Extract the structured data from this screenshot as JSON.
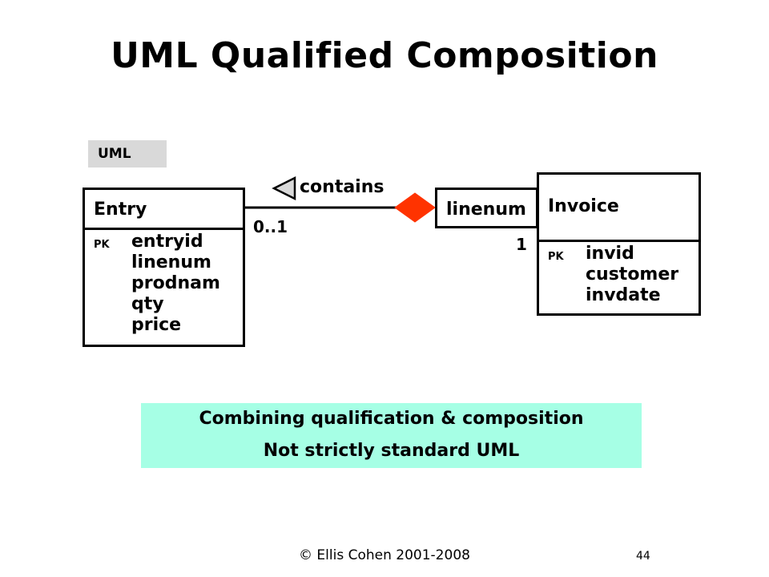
{
  "slide": {
    "title": "UML Qualified Composition",
    "tag": "UML",
    "footer": "© Ellis Cohen 2001-2008",
    "page_number": "44"
  },
  "entry": {
    "name": "Entry",
    "pk_label": "PK",
    "attributes": [
      "entryid",
      "linenum",
      "prodnam",
      "qty",
      "price"
    ]
  },
  "qualifier": {
    "name": "linenum"
  },
  "invoice": {
    "name": "Invoice",
    "pk_label": "PK",
    "attributes": [
      "invid",
      "customer",
      "invdate"
    ]
  },
  "association": {
    "label": "contains",
    "entry_multiplicity": "0..1",
    "invoice_multiplicity": "1",
    "diamond_color": "#ff3300"
  },
  "note": {
    "line1": "Combining qualification & composition",
    "line2": "Not strictly standard UML",
    "background": "#a6ffe5"
  }
}
